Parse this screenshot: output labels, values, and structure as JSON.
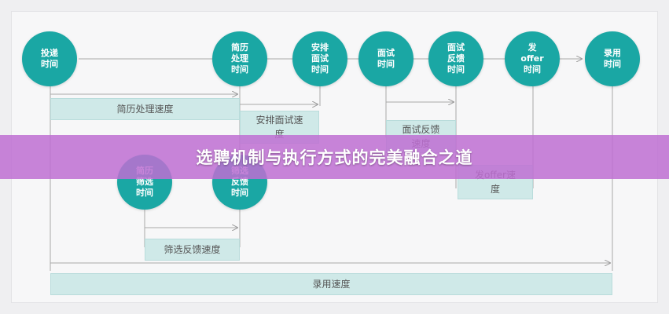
{
  "diagram": {
    "nodes": {
      "deliver_time": "投递\n时间",
      "resume_time": "简历\n处理\n时间",
      "arrange_interview_time": "安排\n面试\n时间",
      "interview_time": "面试\n时间",
      "interview_feedback_time": "面试\n反馈\n时间",
      "offer_time": "发\noffer\n时间",
      "hire_time": "录用\n时间",
      "screen_time": "简历\n筛选\n时间",
      "screen_feedback_time": "筛选\n反馈\n时间"
    },
    "bars": {
      "resume_speed": "简历处理速度",
      "arrange_speed": "安排面试速\n度",
      "feedback_speed": "面试反馈\n速度",
      "offer_speed": "发offer速\n度",
      "screen_feedback_speed": "筛选反馈速度",
      "hire_speed": "录用速度"
    },
    "colors": {
      "node": "#1aa7a4",
      "bar": "#cfe9e8",
      "banner": "#be6ed2"
    }
  },
  "banner": {
    "title": "选聘机制与执行方式的完美融合之道"
  }
}
